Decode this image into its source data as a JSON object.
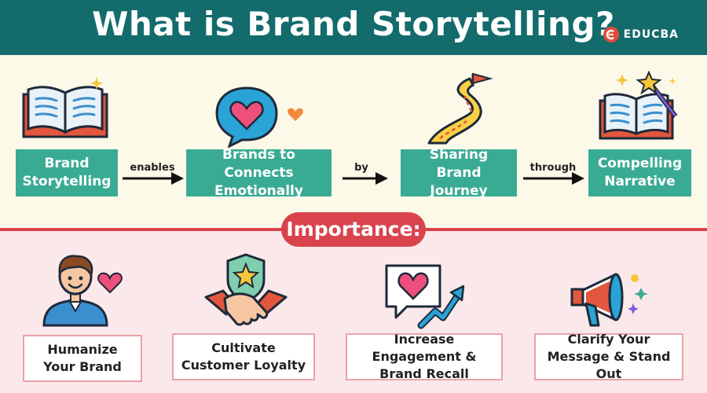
{
  "header": {
    "title": "What is Brand Storytelling?",
    "logo_text": "EDUCBA",
    "logo_icon": "educba-logo-icon",
    "bg_color": "#136b6c"
  },
  "flow": {
    "nodes": [
      {
        "label": "Brand Storytelling",
        "icon": "open-book-icon"
      },
      {
        "label": "Brands to Connects Emotionally",
        "icon": "heart-speech-bubble-icon"
      },
      {
        "label": "Sharing Brand Journey",
        "icon": "winding-road-flag-icon"
      },
      {
        "label": "Compelling Narrative",
        "icon": "magic-wand-book-icon"
      }
    ],
    "edges": [
      {
        "from": 0,
        "to": 1,
        "label": "enables"
      },
      {
        "from": 1,
        "to": 2,
        "label": "by"
      },
      {
        "from": 2,
        "to": 3,
        "label": "through"
      }
    ],
    "box_color": "#3aab93"
  },
  "importance": {
    "heading": "Importance:",
    "items": [
      {
        "label": "Humanize Your Brand",
        "icon": "person-heart-icon"
      },
      {
        "label": "Cultivate Customer Loyalty",
        "icon": "handshake-shield-star-icon"
      },
      {
        "label": "Increase Engagement & Brand Recall",
        "icon": "heart-chat-growth-arrow-icon"
      },
      {
        "label": "Clarify Your Message & Stand Out",
        "icon": "megaphone-icon"
      }
    ],
    "accent_color": "#d9434c"
  }
}
